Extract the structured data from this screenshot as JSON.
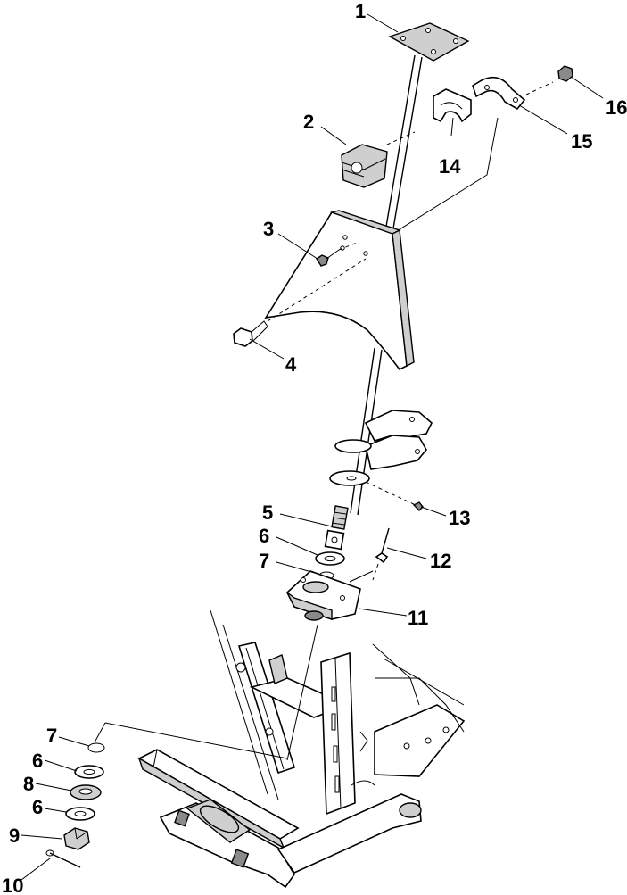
{
  "callouts": [
    {
      "id": "1",
      "label": "1"
    },
    {
      "id": "2",
      "label": "2"
    },
    {
      "id": "3",
      "label": "3"
    },
    {
      "id": "4",
      "label": "4"
    },
    {
      "id": "5",
      "label": "5"
    },
    {
      "id": "6a",
      "label": "6"
    },
    {
      "id": "7a",
      "label": "7"
    },
    {
      "id": "11",
      "label": "11"
    },
    {
      "id": "12",
      "label": "12"
    },
    {
      "id": "13",
      "label": "13"
    },
    {
      "id": "14",
      "label": "14"
    },
    {
      "id": "15",
      "label": "15"
    },
    {
      "id": "16",
      "label": "16"
    },
    {
      "id": "7b",
      "label": "7"
    },
    {
      "id": "6b",
      "label": "6"
    },
    {
      "id": "8",
      "label": "8"
    },
    {
      "id": "6c",
      "label": "6"
    },
    {
      "id": "9",
      "label": "9"
    },
    {
      "id": "10",
      "label": "10"
    }
  ]
}
